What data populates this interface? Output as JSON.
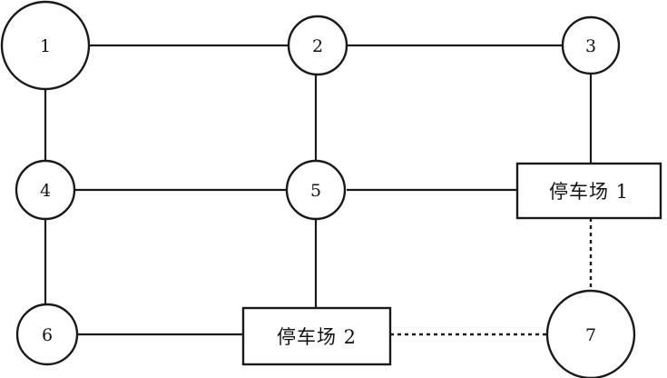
{
  "diagram": {
    "nodes": [
      {
        "id": "1",
        "label": "1",
        "kind": "circle"
      },
      {
        "id": "2",
        "label": "2",
        "kind": "circle"
      },
      {
        "id": "3",
        "label": "3",
        "kind": "circle"
      },
      {
        "id": "4",
        "label": "4",
        "kind": "circle"
      },
      {
        "id": "5",
        "label": "5",
        "kind": "circle"
      },
      {
        "id": "6",
        "label": "6",
        "kind": "circle"
      },
      {
        "id": "7",
        "label": "7",
        "kind": "circle"
      },
      {
        "id": "P1",
        "label": "停车场 1",
        "kind": "box"
      },
      {
        "id": "P2",
        "label": "停车场 2",
        "kind": "box"
      }
    ],
    "edges": [
      {
        "from": "1",
        "to": "2",
        "style": "solid"
      },
      {
        "from": "2",
        "to": "3",
        "style": "solid"
      },
      {
        "from": "1",
        "to": "4",
        "style": "solid"
      },
      {
        "from": "2",
        "to": "5",
        "style": "solid"
      },
      {
        "from": "3",
        "to": "P1",
        "style": "solid"
      },
      {
        "from": "4",
        "to": "5",
        "style": "solid"
      },
      {
        "from": "5",
        "to": "P1",
        "style": "solid"
      },
      {
        "from": "4",
        "to": "6",
        "style": "solid"
      },
      {
        "from": "5",
        "to": "P2",
        "style": "solid"
      },
      {
        "from": "6",
        "to": "P2",
        "style": "solid"
      },
      {
        "from": "P1",
        "to": "7",
        "style": "dashed"
      },
      {
        "from": "P2",
        "to": "7",
        "style": "dashed"
      }
    ]
  }
}
